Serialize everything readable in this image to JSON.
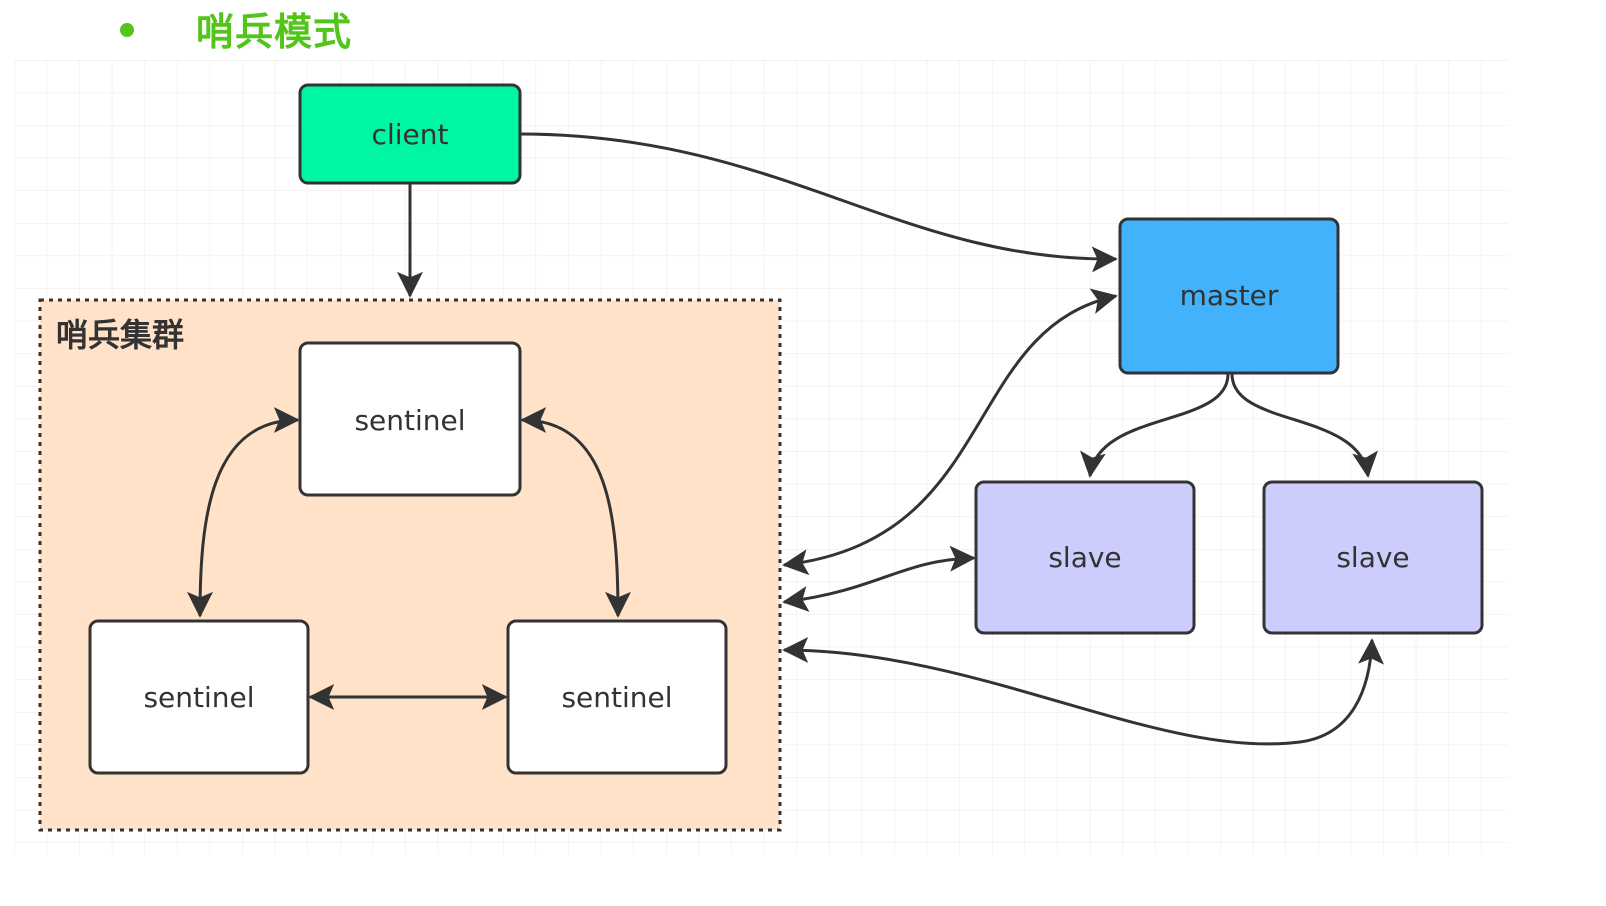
{
  "heading": {
    "text": "哨兵模式"
  },
  "diagram": {
    "group_label": "哨兵集群",
    "colors": {
      "heading": "#52c41a",
      "client": "#00f5a5",
      "master": "#42b2fc",
      "slave": "#cdcdfd",
      "sentinel": "#ffffff",
      "cluster_bg": "#ffe2c8",
      "stroke": "#333333",
      "grid": "#e6e6e6"
    },
    "nodes": {
      "client": "client",
      "master": "master",
      "slave_1": "slave",
      "slave_2": "slave",
      "sentinel_top": "sentinel",
      "sentinel_left": "sentinel",
      "sentinel_right": "sentinel"
    }
  }
}
